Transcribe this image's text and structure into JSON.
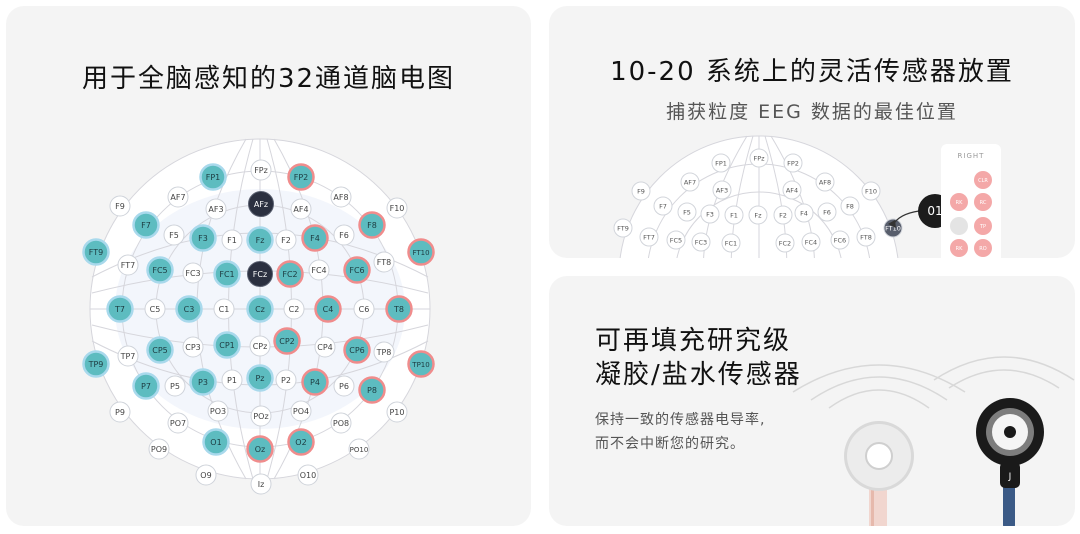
{
  "left_card": {
    "title": "用于全脑感知的32通道脑电图",
    "electrodes": [
      {
        "label": "FPz",
        "type": "white"
      },
      {
        "label": "FP1",
        "type": "teal"
      },
      {
        "label": "FP2",
        "type": "red"
      },
      {
        "label": "AF7",
        "type": "white"
      },
      {
        "label": "AFz",
        "type": "dark"
      },
      {
        "label": "AF8",
        "type": "white"
      },
      {
        "label": "AF3",
        "type": "white"
      },
      {
        "label": "AF4",
        "type": "white"
      },
      {
        "label": "F9",
        "type": "white"
      },
      {
        "label": "F10",
        "type": "white"
      },
      {
        "label": "F7",
        "type": "teal"
      },
      {
        "label": "F8",
        "type": "red"
      },
      {
        "label": "F5",
        "type": "white"
      },
      {
        "label": "F3",
        "type": "teal"
      },
      {
        "label": "F1",
        "type": "white"
      },
      {
        "label": "Fz",
        "type": "teal"
      },
      {
        "label": "F2",
        "type": "white"
      },
      {
        "label": "F4",
        "type": "red"
      },
      {
        "label": "F6",
        "type": "white"
      },
      {
        "label": "FT9",
        "type": "teal"
      },
      {
        "label": "FT10",
        "type": "red"
      },
      {
        "label": "FT7",
        "type": "white"
      },
      {
        "label": "FC5",
        "type": "teal"
      },
      {
        "label": "FC3",
        "type": "white"
      },
      {
        "label": "FC1",
        "type": "teal"
      },
      {
        "label": "FCz",
        "type": "dark"
      },
      {
        "label": "FC2",
        "type": "red"
      },
      {
        "label": "FC4",
        "type": "white"
      },
      {
        "label": "FC6",
        "type": "red"
      },
      {
        "label": "FT8",
        "type": "white"
      },
      {
        "label": "T7",
        "type": "teal"
      },
      {
        "label": "C5",
        "type": "white"
      },
      {
        "label": "C3",
        "type": "teal"
      },
      {
        "label": "C1",
        "type": "white"
      },
      {
        "label": "Cz",
        "type": "teal"
      },
      {
        "label": "C2",
        "type": "white"
      },
      {
        "label": "C4",
        "type": "red"
      },
      {
        "label": "C6",
        "type": "white"
      },
      {
        "label": "T8",
        "type": "red"
      },
      {
        "label": "TP9",
        "type": "teal"
      },
      {
        "label": "TP10",
        "type": "red"
      },
      {
        "label": "TP7",
        "type": "white"
      },
      {
        "label": "CP5",
        "type": "teal"
      },
      {
        "label": "CP3",
        "type": "white"
      },
      {
        "label": "CP1",
        "type": "teal"
      },
      {
        "label": "CPz",
        "type": "white"
      },
      {
        "label": "CP2",
        "type": "red"
      },
      {
        "label": "CP4",
        "type": "white"
      },
      {
        "label": "CP6",
        "type": "red"
      },
      {
        "label": "TP8",
        "type": "white"
      },
      {
        "label": "P7",
        "type": "teal"
      },
      {
        "label": "P5",
        "type": "white"
      },
      {
        "label": "P3",
        "type": "teal"
      },
      {
        "label": "P1",
        "type": "white"
      },
      {
        "label": "Pz",
        "type": "teal"
      },
      {
        "label": "P2",
        "type": "white"
      },
      {
        "label": "P4",
        "type": "red"
      },
      {
        "label": "P6",
        "type": "white"
      },
      {
        "label": "P8",
        "type": "red"
      },
      {
        "label": "P9",
        "type": "white"
      },
      {
        "label": "P10",
        "type": "white"
      },
      {
        "label": "PO7",
        "type": "white"
      },
      {
        "label": "PO3",
        "type": "white"
      },
      {
        "label": "POz",
        "type": "white"
      },
      {
        "label": "PO4",
        "type": "white"
      },
      {
        "label": "PO8",
        "type": "white"
      },
      {
        "label": "PO9",
        "type": "white"
      },
      {
        "label": "O1",
        "type": "teal"
      },
      {
        "label": "Oz",
        "type": "red"
      },
      {
        "label": "O2",
        "type": "red"
      },
      {
        "label": "PO10",
        "type": "white"
      },
      {
        "label": "O9",
        "type": "white"
      },
      {
        "label": "Iz",
        "type": "white"
      },
      {
        "label": "O10",
        "type": "white"
      }
    ]
  },
  "top_right_card": {
    "title": "10-20 系统上的灵活传感器放置",
    "subtitle": "捕获粒度 EEG 数据的最佳位置",
    "callout": "01",
    "panel_label": "RIGHT",
    "electrodes": [
      {
        "label": "FPz"
      },
      {
        "label": "FP1"
      },
      {
        "label": "FP2"
      },
      {
        "label": "AF7"
      },
      {
        "label": "AF8"
      },
      {
        "label": "AF3"
      },
      {
        "label": "AF4"
      },
      {
        "label": "F9"
      },
      {
        "label": "F10"
      },
      {
        "label": "F7"
      },
      {
        "label": "F5"
      },
      {
        "label": "F3"
      },
      {
        "label": "F1"
      },
      {
        "label": "Fz"
      },
      {
        "label": "F2"
      },
      {
        "label": "F4"
      },
      {
        "label": "F6"
      },
      {
        "label": "F8"
      },
      {
        "label": "FT9"
      },
      {
        "label": "FT10"
      },
      {
        "label": "FT7"
      },
      {
        "label": "FC5"
      },
      {
        "label": "FC3"
      },
      {
        "label": "FC1"
      },
      {
        "label": "FC2"
      },
      {
        "label": "FC4"
      },
      {
        "label": "FC6"
      },
      {
        "label": "FT8"
      }
    ],
    "panel_chips": [
      "CLR",
      "RK",
      "RC",
      "TP",
      "RK",
      "RO",
      "",
      ""
    ]
  },
  "bottom_right_card": {
    "title_line1": "可再填充研究级",
    "title_line2": "凝胶/盐水传感器",
    "desc_line1": "保持一致的传感器电导率,",
    "desc_line2": "而不会中断您的研究。",
    "sensor_badge": "J"
  },
  "colors": {
    "teal": "#5dbcc0",
    "red": "#f08c8c",
    "dark": "#2b3040",
    "line": "#d6d6dc",
    "card": "#f4f4f4"
  }
}
